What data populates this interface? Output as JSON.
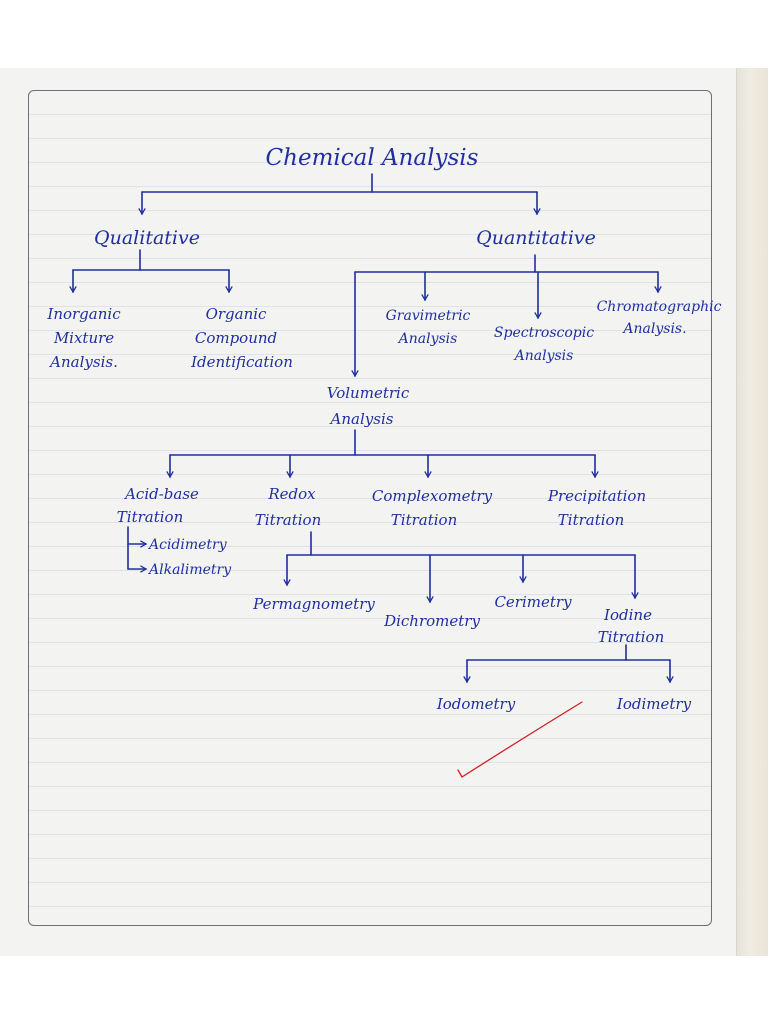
{
  "root": "Chemical Analysis",
  "level1": {
    "qualitative": "Qualitative",
    "quantitative": "Quantitative"
  },
  "qualitative_children": {
    "inorganic": [
      "Inorganic",
      "Mixture",
      "Analysis."
    ],
    "organic": [
      "Organic",
      "Compound",
      "Identification"
    ]
  },
  "quantitative_children": {
    "volumetric": [
      "Volumetric",
      "Analysis"
    ],
    "gravimetric": [
      "Gravimetric",
      "Analysis"
    ],
    "spectroscopic": [
      "Spectroscopic",
      "Analysis"
    ],
    "chromatographic": [
      "Chromatographic",
      "Analysis."
    ]
  },
  "volumetric_children": {
    "acid_base": [
      "Acid-base",
      "Titration"
    ],
    "acid_base_subtypes": [
      "Acidimetry",
      "Alkalimetry"
    ],
    "redox": [
      "Redox",
      "Titration"
    ],
    "complexometry": [
      "Complexometry",
      "Titration"
    ],
    "precipitation": [
      "Precipitation",
      "Titration"
    ]
  },
  "redox_children": {
    "permagnometry": "Permagnometry",
    "dichrometry": "Dichrometry",
    "cerimetry": "Cerimetry",
    "iodine": [
      "Iodine",
      "Titration"
    ]
  },
  "iodine_children": {
    "iodometry": "Iodometry",
    "iodimetry": "Iodimetry"
  },
  "colors": {
    "ink": "#1f2f9e",
    "red_pen": "#d0201e",
    "paper": "#f3f3f1"
  }
}
